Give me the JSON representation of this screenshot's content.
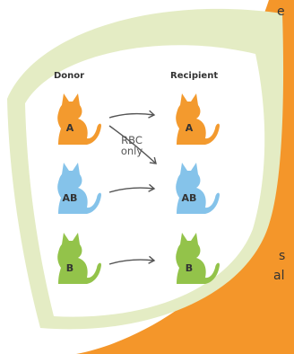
{
  "headers": {
    "donor": "Donor",
    "recipient": "Recipient"
  },
  "note": {
    "line1": "RBC",
    "line2": "only"
  },
  "cats": {
    "donor_a": "A",
    "donor_ab": "AB",
    "donor_b": "B",
    "recip_a": "A",
    "recip_ab": "AB",
    "recip_b": "B"
  },
  "cropped_text": {
    "line1": "e",
    "line2": "s",
    "line3": "al"
  },
  "colors": {
    "type_a": "#f39a2e",
    "type_ab": "#85c3ea",
    "type_b": "#93c34a",
    "accent_orange": "#f4962a",
    "leaf": "#e4ecc4",
    "arrow": "#555555"
  },
  "icons": [
    "cat-icon",
    "arrow-icon",
    "curved-arrow-icon"
  ]
}
